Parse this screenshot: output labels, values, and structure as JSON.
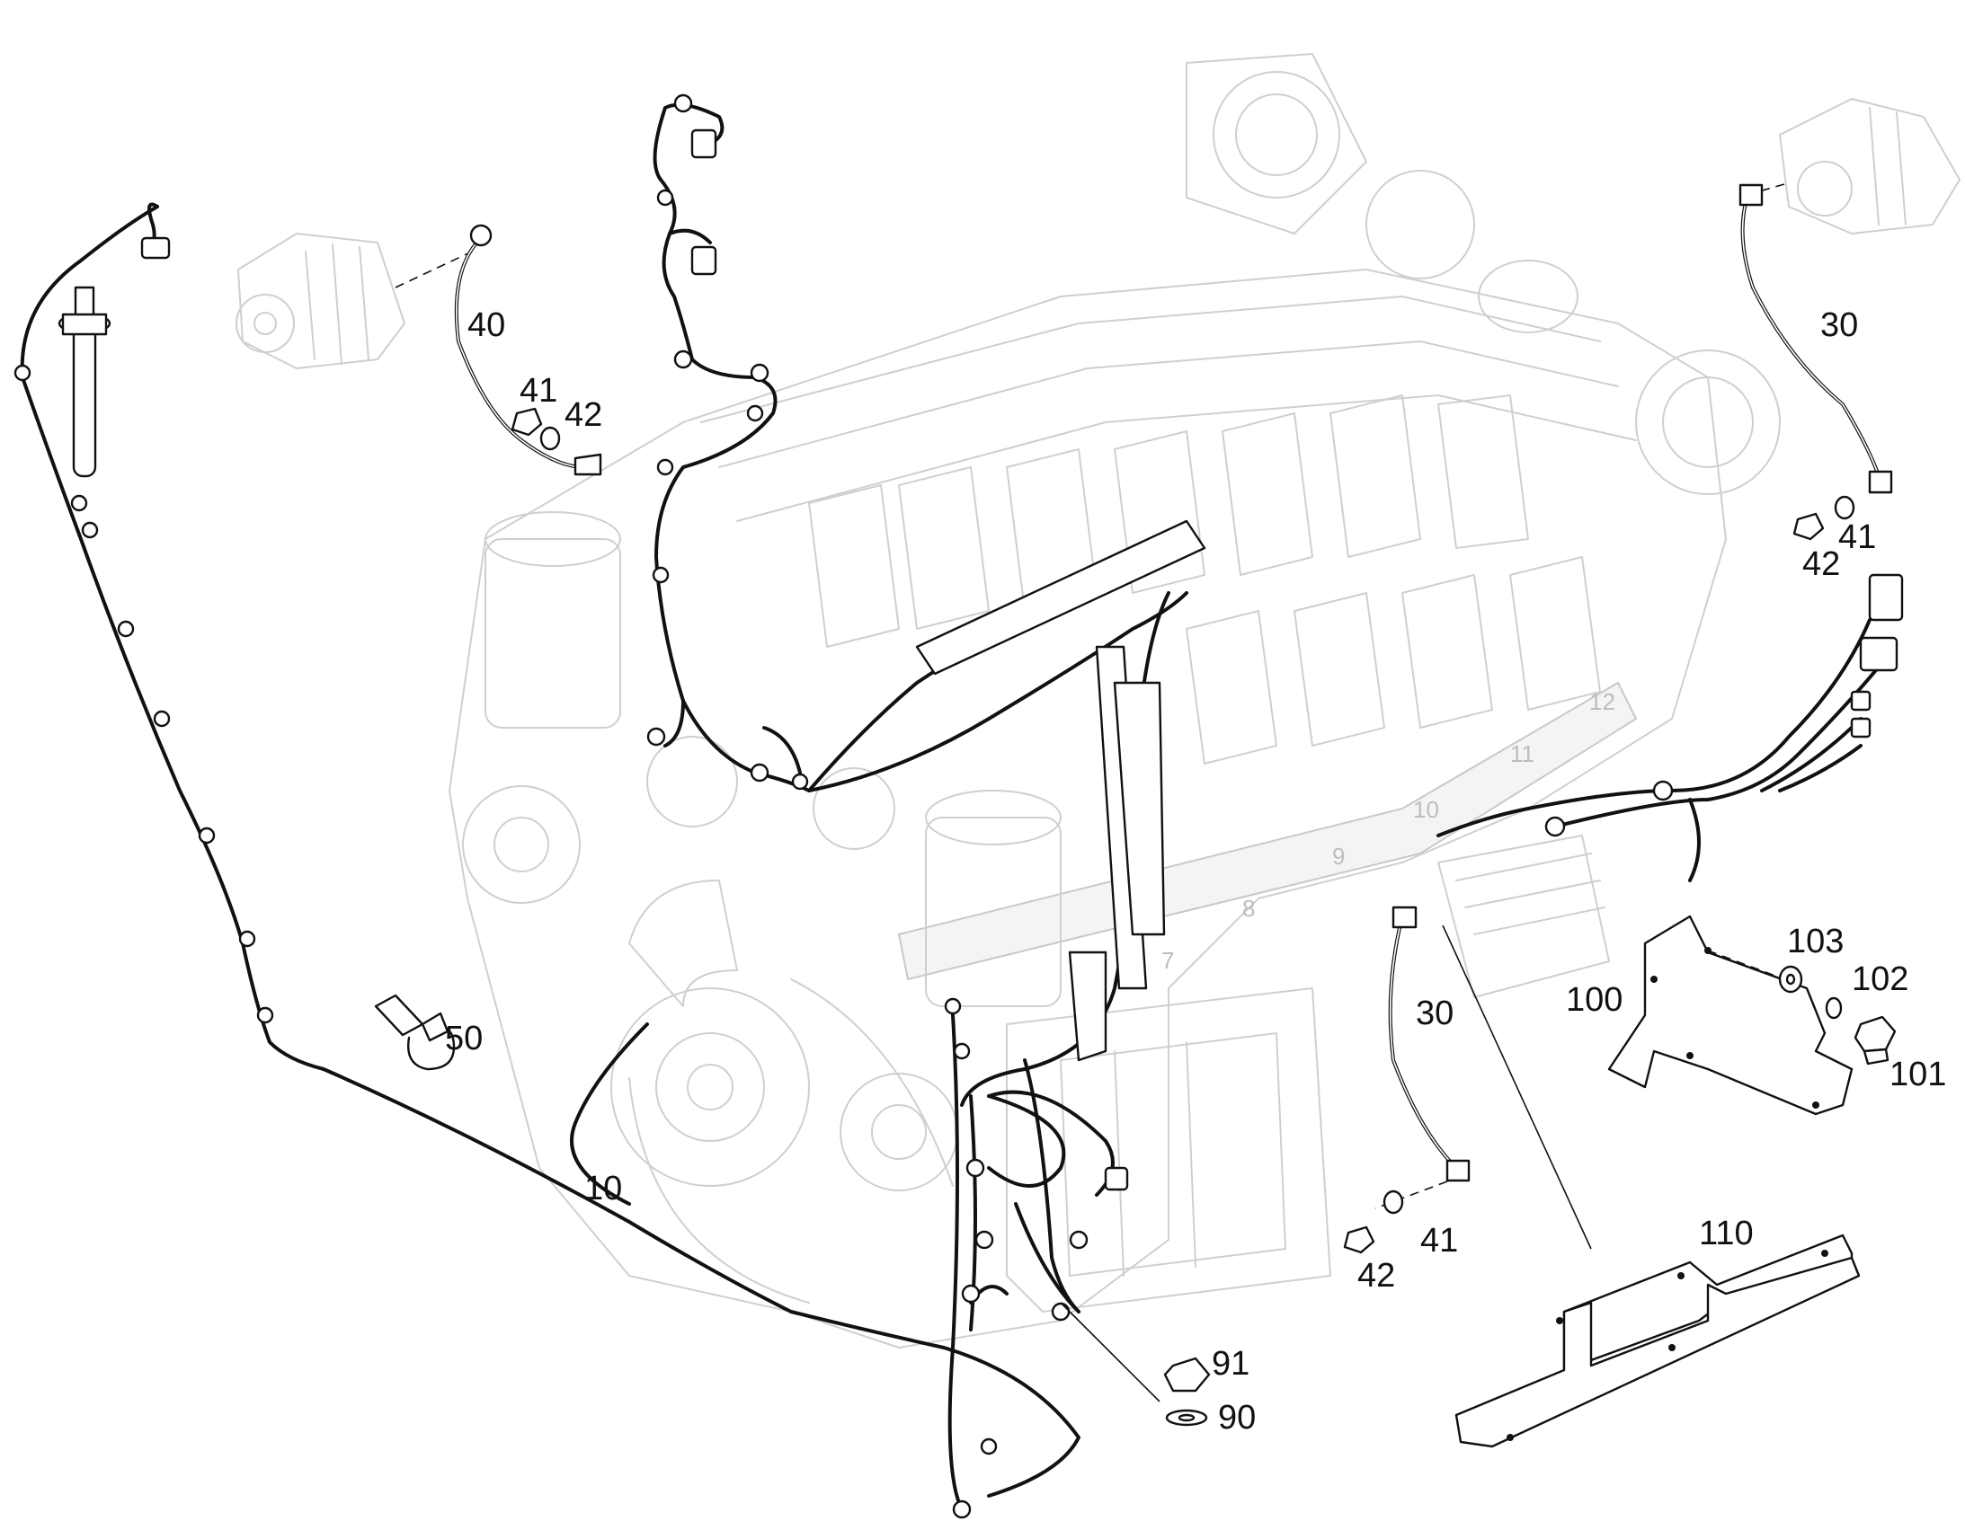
{
  "callouts": {
    "c10": "10",
    "c30a": "30",
    "c30b": "30",
    "c40": "40",
    "c41a": "41",
    "c41b": "41",
    "c41c": "41",
    "c42a": "42",
    "c42b": "42",
    "c42c": "42",
    "c50": "50",
    "c90": "90",
    "c91": "91",
    "c100": "100",
    "c101": "101",
    "c102": "102",
    "c103": "103",
    "c110": "110"
  },
  "cylinder_numbers": {
    "n7": "7",
    "n8": "8",
    "n9": "9",
    "n10": "10",
    "n11": "11",
    "n12": "12"
  }
}
